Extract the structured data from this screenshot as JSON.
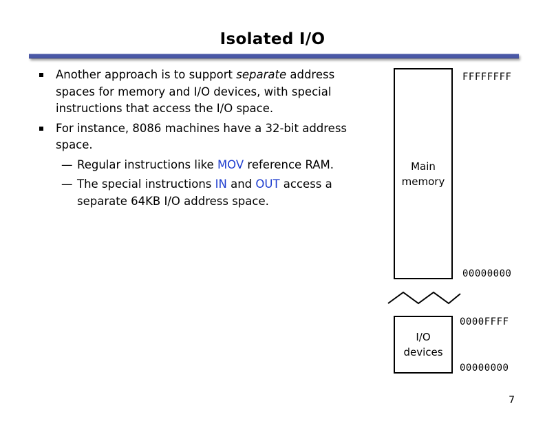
{
  "slide": {
    "title": "Isolated I/O",
    "page_number": "7"
  },
  "bullets": {
    "b1": {
      "pre": "Another approach is to support ",
      "em": "separate",
      "post": " address spaces for memory and I/O devices, with special instructions that access the I/O space."
    },
    "b2": {
      "text": "For instance, 8086 machines have a 32-bit address space."
    },
    "sub1": {
      "dash": "—",
      "pre": "Regular instructions like ",
      "kw": "MOV",
      "post": " reference RAM."
    },
    "sub2": {
      "dash": "—",
      "pre": "The special instructions ",
      "kw1": "IN",
      "mid": " and ",
      "kw2": "OUT",
      "post": " access a separate 64KB I/O address space."
    }
  },
  "diagram": {
    "memory": {
      "label_line1": "Main",
      "label_line2": "memory",
      "top_address": "FFFFFFFF",
      "bottom_address": "00000000"
    },
    "io": {
      "label_line1": "I/O",
      "label_line2": "devices",
      "top_address": "0000FFFF",
      "bottom_address": "00000000"
    }
  },
  "colors": {
    "keyword": "#1f3ecf",
    "rule": "#4a58a6"
  }
}
